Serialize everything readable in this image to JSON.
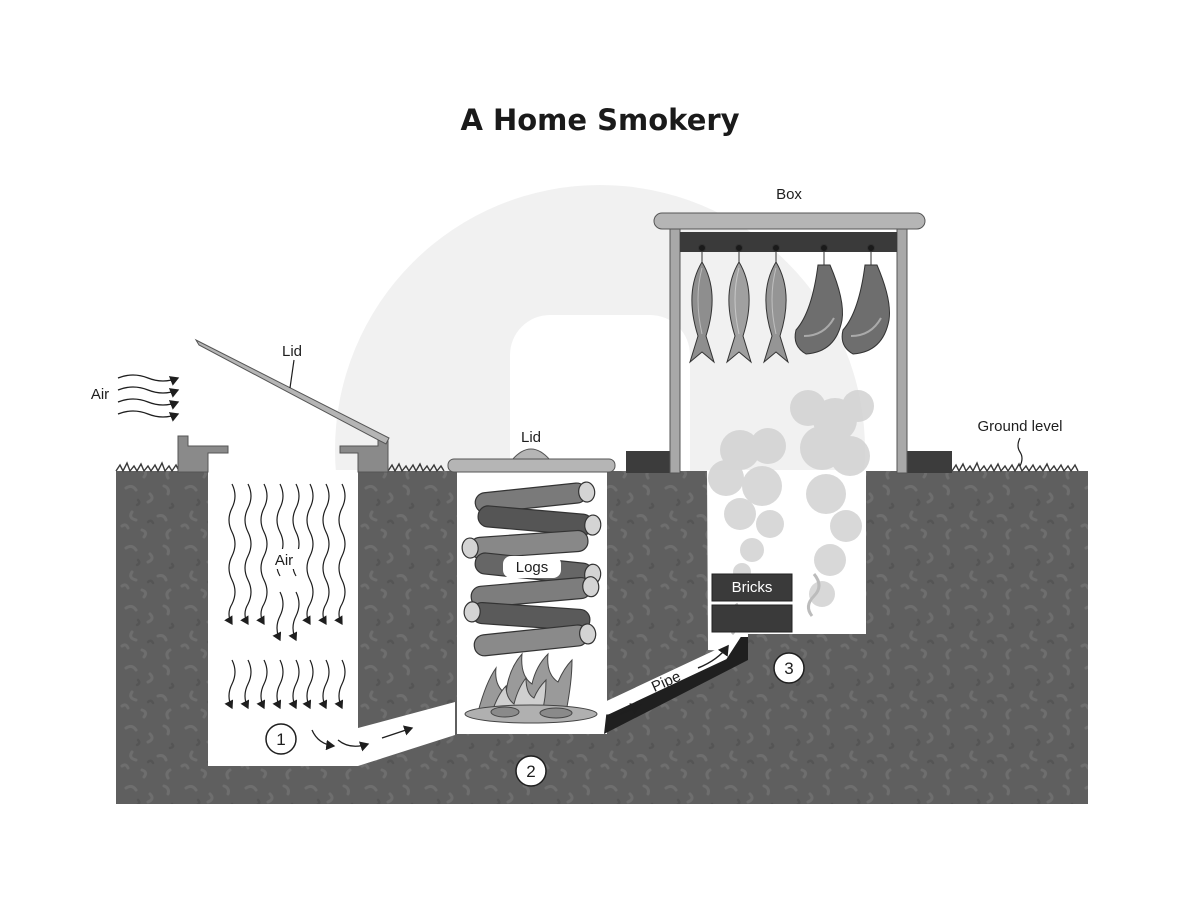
{
  "title": "A Home Smokery",
  "labels": {
    "air_outside": "Air",
    "lid_left": "Lid",
    "air_inside": "Air",
    "lid_middle": "Lid",
    "logs": "Logs",
    "pipe": "Pipe",
    "bricks": "Bricks",
    "box": "Box",
    "ground_level": "Ground level"
  },
  "stages": [
    "1",
    "2",
    "3"
  ]
}
